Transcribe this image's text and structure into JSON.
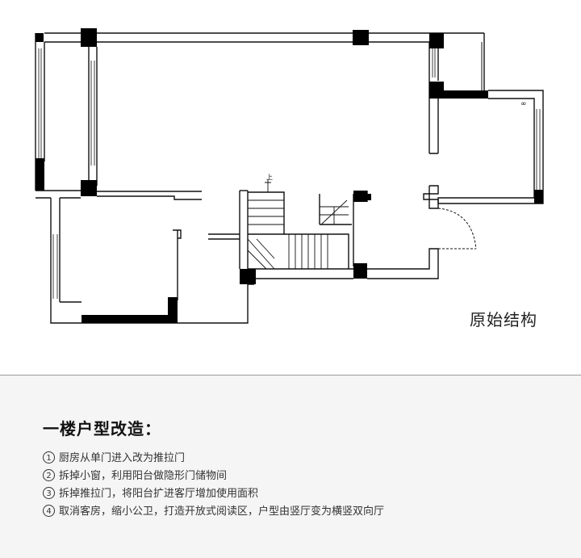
{
  "plan": {
    "label": "原始结构",
    "stair_up_mark": "上"
  },
  "notes": {
    "title": "一楼户型改造：",
    "items": [
      {
        "num": "1",
        "text": "厨房从单门进入改为推拉门"
      },
      {
        "num": "2",
        "text": "拆掉小窗，利用阳台做隐形门储物间"
      },
      {
        "num": "3",
        "text": "拆掉推拉门，将阳台扩进客厅增加使用面积"
      },
      {
        "num": "4",
        "text": "取消客房，缩小公卫，打造开放式阅读区，户型由竖厅变为横竖双向厅"
      }
    ]
  }
}
